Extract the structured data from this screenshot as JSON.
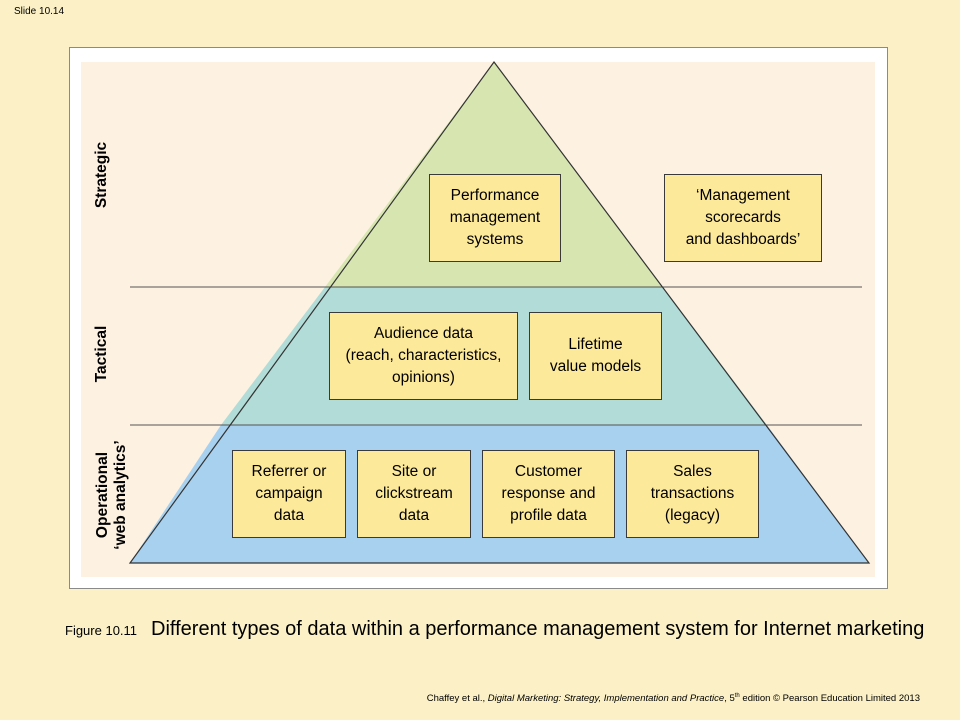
{
  "slide_number": "Slide 10.14",
  "levels": {
    "strategic": "Strategic",
    "tactical": "Tactical",
    "operational_line1": "Operational",
    "operational_line2": "‘web analytics’"
  },
  "boxes": {
    "performance_management": "Performance\nmanagement\nsystems",
    "management_scorecards": "‘Management\nscorecards\nand dashboards’",
    "audience_data": "Audience data\n(reach, characteristics,\nopinions)",
    "lifetime_value": "Lifetime\nvalue models",
    "referrer_data": "Referrer or\ncampaign\ndata",
    "clickstream_data": "Site or\nclickstream\ndata",
    "customer_data": "Customer\nresponse and\nprofile data",
    "sales_transactions": "Sales\ntransactions\n(legacy)"
  },
  "colors": {
    "strategic_band": "#d7e6b0",
    "tactical_band": "#b1dcd8",
    "operational_band": "#a8d1ef",
    "box_fill": "#fde99a",
    "slide_background": "#fbf0c6",
    "diagram_background": "#fdf1e1"
  },
  "caption": {
    "figure_number": "Figure 10.11",
    "text": "Different types of data within a performance management system for Internet marketing"
  },
  "credit": {
    "authors": "Chaffey et al.,",
    "title": "Digital Marketing: Strategy, Implementation and Practice",
    "edition_prefix": ", 5",
    "edition_sup": "th",
    "rest": " edition © Pearson Education Limited 2013"
  }
}
